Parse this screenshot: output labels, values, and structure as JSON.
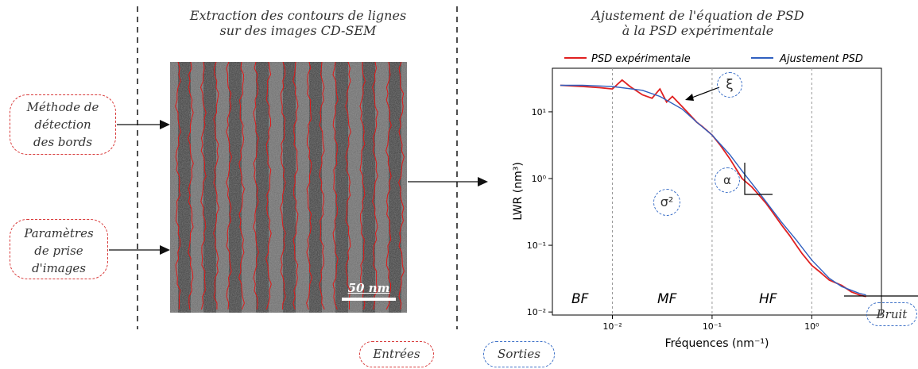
{
  "left_panel": {
    "title_line1": "Extraction des contours de lignes",
    "title_line2": "sur des images CD-SEM",
    "scale_bar": "50 nm"
  },
  "inputs": {
    "edge_method": [
      "Méthode de",
      "détection",
      "des bords"
    ],
    "acq_params": [
      "Paramètres",
      "de prise",
      "d'images"
    ]
  },
  "right_panel": {
    "title_line1": "Ajustement de l'équation de PSD",
    "title_line2": "à la PSD expérimentale"
  },
  "chart_data": {
    "type": "line",
    "x_scale": "log",
    "y_scale": "log",
    "xlabel": "Fréquences (nm⁻¹)",
    "ylabel": "LWR (nm³)",
    "xlim": [
      0.0025,
      5
    ],
    "ylim": [
      0.009,
      45
    ],
    "x_ticks": [
      {
        "v": 0.01,
        "label": "10⁻²"
      },
      {
        "v": 0.1,
        "label": "10⁻¹"
      },
      {
        "v": 1,
        "label": "10⁰"
      }
    ],
    "y_ticks": [
      {
        "v": 0.01,
        "label": "10⁻²"
      },
      {
        "v": 0.1,
        "label": "10⁻¹"
      },
      {
        "v": 1,
        "label": "10⁰"
      },
      {
        "v": 10,
        "label": "10¹"
      }
    ],
    "legend_position": "top",
    "series": [
      {
        "name": "PSD expérimentale",
        "color": "#e02020",
        "x": [
          0.003,
          0.005,
          0.0075,
          0.01,
          0.0125,
          0.015,
          0.02,
          0.025,
          0.03,
          0.035,
          0.04,
          0.05,
          0.06,
          0.07,
          0.08,
          0.1,
          0.12,
          0.15,
          0.2,
          0.25,
          0.3,
          0.35,
          0.4,
          0.5,
          0.6,
          0.7,
          0.8,
          1.0,
          1.2,
          1.5,
          2.0,
          2.5,
          3.0,
          3.5
        ],
        "y": [
          25,
          24,
          23,
          22,
          30,
          24,
          18,
          16,
          22,
          14,
          17,
          12,
          9,
          7,
          6,
          4.5,
          3.2,
          2.0,
          1.0,
          0.75,
          0.55,
          0.42,
          0.32,
          0.2,
          0.14,
          0.1,
          0.075,
          0.05,
          0.04,
          0.03,
          0.025,
          0.02,
          0.018,
          0.017
        ]
      },
      {
        "name": "Ajustement PSD",
        "color": "#3060c0",
        "x": [
          0.003,
          0.005,
          0.01,
          0.02,
          0.03,
          0.05,
          0.07,
          0.1,
          0.15,
          0.2,
          0.3,
          0.5,
          0.7,
          1.0,
          1.5,
          2.0,
          3.0,
          3.5
        ],
        "y": [
          25,
          25,
          24,
          21,
          17,
          11,
          7,
          4.5,
          2.3,
          1.3,
          0.6,
          0.22,
          0.12,
          0.06,
          0.032,
          0.024,
          0.019,
          0.018
        ]
      }
    ],
    "regions": [
      "BF",
      "MF",
      "HF"
    ],
    "region_boundaries": [
      0.01,
      0.1,
      1
    ],
    "annotations": {
      "xi": "ξ",
      "alpha": "α",
      "sigma": "σ²"
    }
  },
  "outputs": {
    "noise": "Bruit"
  },
  "legend_boxes": {
    "inputs": "Entrées",
    "outputs": "Sorties"
  }
}
